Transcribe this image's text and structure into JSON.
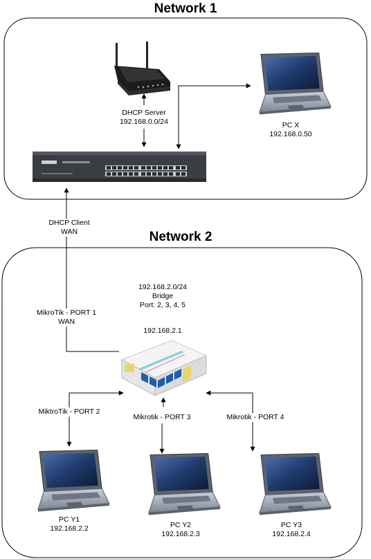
{
  "network1": {
    "title": "Network 1",
    "router_label": {
      "line1": "DHCP Server",
      "line2": "192.168.0.0/24"
    },
    "pcx": {
      "name": "PC X",
      "ip": "192.168.0.50"
    }
  },
  "network2": {
    "title": "Network 2",
    "wan_uplink": {
      "line1": "DHCP Client",
      "line2": "WAN"
    },
    "subnet_info": {
      "line1": "192.168.2.0/24",
      "line2": "Bridge",
      "line3": "Port: 2, 3, 4, 5"
    },
    "mikrotik_ip": "192.168.2.1",
    "port1": {
      "line1": "MikroTik - PORT 1",
      "line2": "WAN"
    },
    "port2": "MiktroTik - PORT 2",
    "port3": "Mikrotik - PORT 3",
    "port4": "Mikrotik - PORT 4",
    "pcs": [
      {
        "name": "PC Y1",
        "ip": "192.168.2.2"
      },
      {
        "name": "PC Y2",
        "ip": "192.168.2.3"
      },
      {
        "name": "PC Y3",
        "ip": "192.168.2.4"
      }
    ]
  },
  "colors": {
    "line": "#000000",
    "switch": "#3a3d42",
    "router_body": "#1c1c1c",
    "laptop_screen": "#1f3a6b",
    "laptop_body": "#9aa1ad",
    "mikrotik_body": "#f2f2f2",
    "mikrotik_port": "#1e5ea8"
  },
  "icons": [
    "wireless-router-icon",
    "network-switch-icon",
    "laptop-icon",
    "mikrotik-router-icon"
  ]
}
